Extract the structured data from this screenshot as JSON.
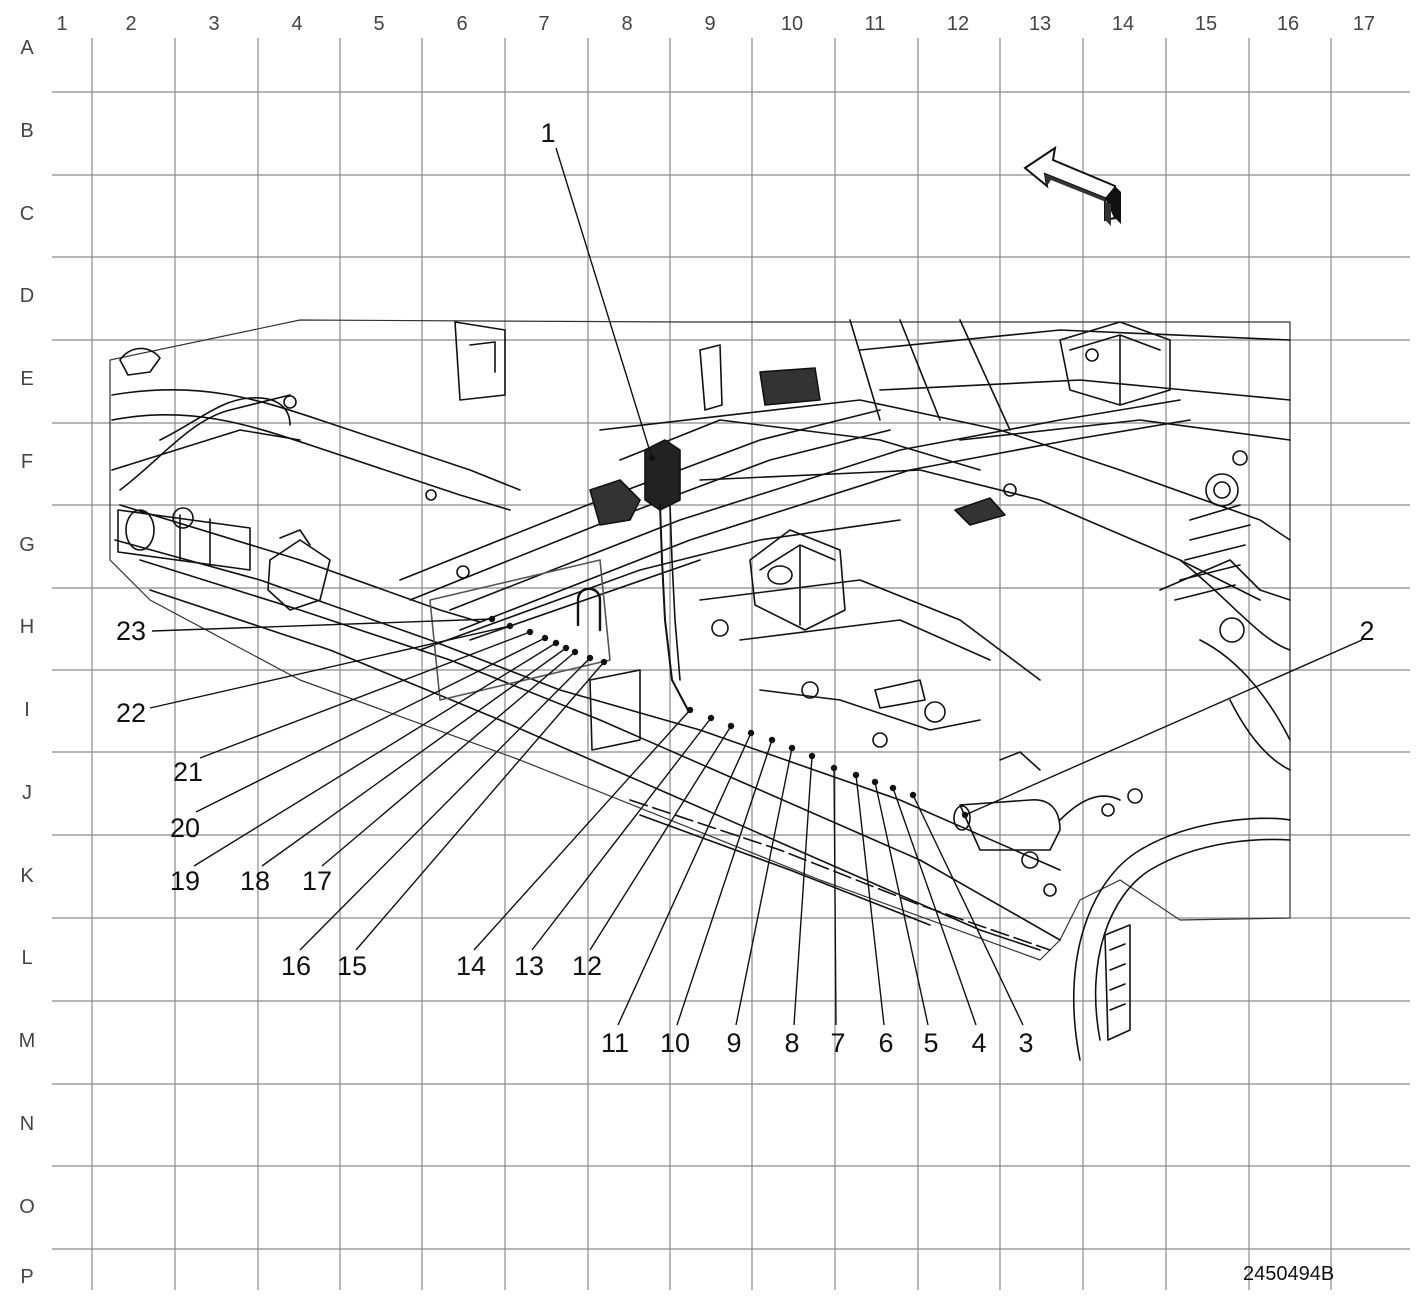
{
  "grid": {
    "columns": [
      "1",
      "2",
      "3",
      "4",
      "5",
      "6",
      "7",
      "8",
      "9",
      "10",
      "11",
      "12",
      "13",
      "14",
      "15",
      "16",
      "17"
    ],
    "rows": [
      "A",
      "B",
      "C",
      "D",
      "E",
      "F",
      "G",
      "H",
      "I",
      "J",
      "K",
      "L",
      "M",
      "N",
      "O",
      "P"
    ]
  },
  "callouts": [
    {
      "id": "c1",
      "text": "1"
    },
    {
      "id": "c2",
      "text": "2"
    },
    {
      "id": "c3",
      "text": "3"
    },
    {
      "id": "c4",
      "text": "4"
    },
    {
      "id": "c5",
      "text": "5"
    },
    {
      "id": "c6",
      "text": "6"
    },
    {
      "id": "c7",
      "text": "7"
    },
    {
      "id": "c8",
      "text": "8"
    },
    {
      "id": "c9",
      "text": "9"
    },
    {
      "id": "c10",
      "text": "10"
    },
    {
      "id": "c11",
      "text": "11"
    },
    {
      "id": "c12",
      "text": "12"
    },
    {
      "id": "c13",
      "text": "13"
    },
    {
      "id": "c14",
      "text": "14"
    },
    {
      "id": "c15",
      "text": "15"
    },
    {
      "id": "c16",
      "text": "16"
    },
    {
      "id": "c17",
      "text": "17"
    },
    {
      "id": "c18",
      "text": "18"
    },
    {
      "id": "c19",
      "text": "19"
    },
    {
      "id": "c20",
      "text": "20"
    },
    {
      "id": "c21",
      "text": "21"
    },
    {
      "id": "c22",
      "text": "22"
    },
    {
      "id": "c23",
      "text": "23"
    }
  ],
  "figure_id": "2450494B",
  "colors": {
    "grid": "#8a8a8a",
    "ink": "#111111",
    "paper": "#ffffff"
  },
  "icons": {
    "direction": "front-arrow-icon"
  }
}
